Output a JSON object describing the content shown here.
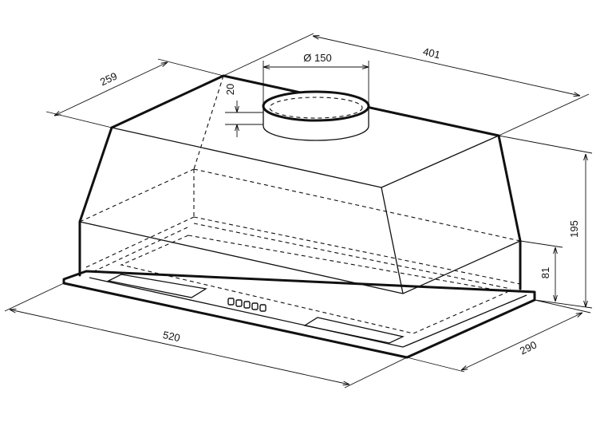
{
  "dimensions": {
    "depth_top": "259",
    "duct_diameter": "Ø 150",
    "duct_height": "20",
    "width_top": "401",
    "total_height": "195",
    "front_height": "81",
    "width_bottom": "520",
    "depth_bottom": "290"
  },
  "control_buttons": 5
}
